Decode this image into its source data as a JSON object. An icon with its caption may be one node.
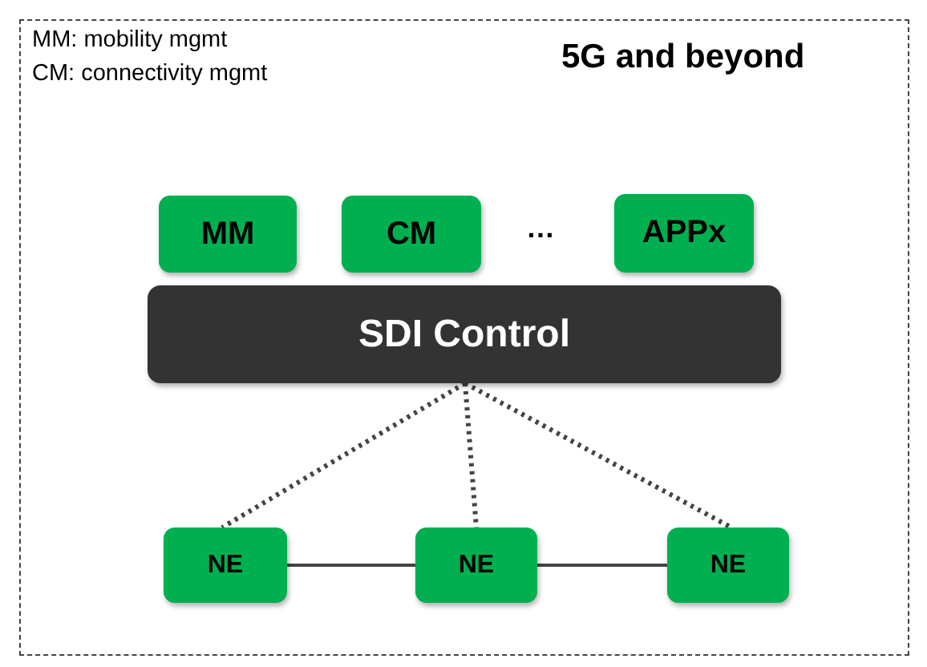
{
  "diagram": {
    "title": "5G and beyond",
    "nodes": [
      {
        "text": [
          "MM"
        ]
      },
      {
        "text": [
          "CM"
        ]
      },
      {
        "text": [
          "APPx"
        ]
      },
      {
        "text": [
          "SDI Control"
        ]
      },
      {
        "text": [
          "NE"
        ]
      },
      {
        "text": [
          "NE"
        ]
      },
      {
        "text": [
          "NE"
        ]
      }
    ],
    "edges": [
      {
        "from": 3,
        "to": 4,
        "arrow": "none",
        "style": "dashed"
      },
      {
        "from": 3,
        "to": 5,
        "arrow": "none",
        "style": "dashed"
      },
      {
        "from": 3,
        "to": 6,
        "arrow": "none",
        "style": "dashed"
      },
      {
        "from": 4,
        "to": 5,
        "arrow": "none"
      },
      {
        "from": 5,
        "to": 6,
        "arrow": "none"
      }
    ],
    "labels": [
      "MM: mobility mgmt",
      "CM: connectivity mgmt",
      "…"
    ]
  }
}
